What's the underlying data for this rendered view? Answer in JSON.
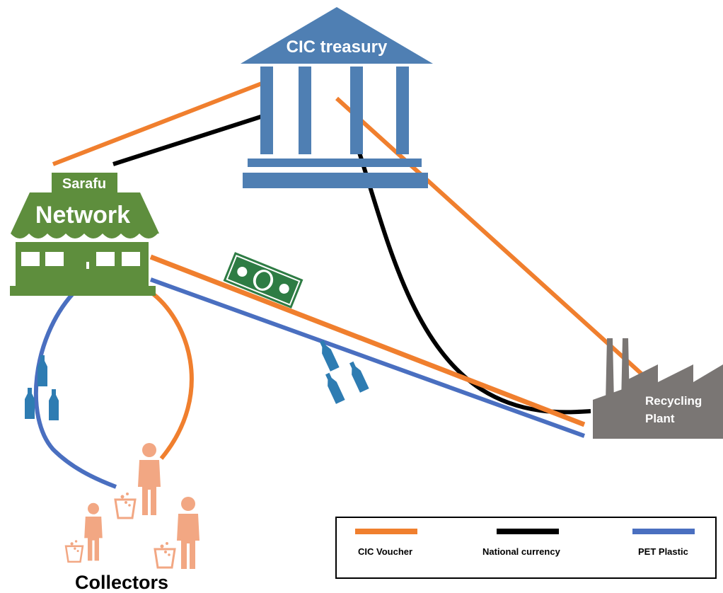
{
  "labels": {
    "treasury": "CIC treasury",
    "sarafu": "Sarafu",
    "network": "Network",
    "recycling_line1": "Recycling",
    "recycling_line2": "Plant",
    "collectors": "Collectors"
  },
  "legend": [
    {
      "label": "CIC Voucher",
      "color": "#F07F2E"
    },
    {
      "label": "National currency",
      "color": "#000000"
    },
    {
      "label": "PET Plastic",
      "color": "#4A6FC0"
    }
  ],
  "colors": {
    "treasury": "#4F7FB3",
    "network": "#5E8E3D",
    "plant": "#7A7674",
    "collector": "#F2A783",
    "bottle": "#2E7CB2",
    "money": "#2E7C44"
  },
  "icons": [
    "bank-icon",
    "shop-icon",
    "factory-icon",
    "person-icon",
    "bottle-icon",
    "banknote-icon",
    "recycle-bin-icon"
  ]
}
